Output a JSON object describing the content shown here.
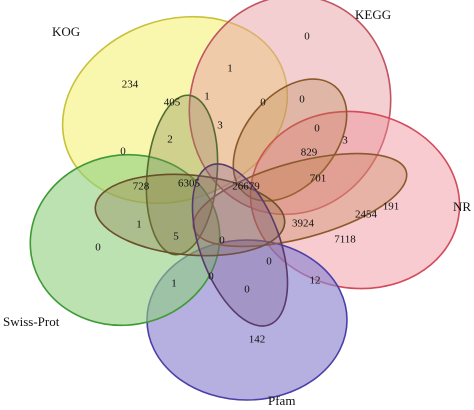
{
  "sets": [
    {
      "id": "kog",
      "label": "KOG",
      "fill": "#f2f06a",
      "stroke": "#c8c23a"
    },
    {
      "id": "kegg",
      "label": "KEGG",
      "fill": "#e8a0a6",
      "stroke": "#c05561"
    },
    {
      "id": "nr",
      "label": "NR",
      "fill": "#ee8c96",
      "stroke": "#d44a5a"
    },
    {
      "id": "pfam",
      "label": "Pfam",
      "fill": "#8e86d0",
      "stroke": "#4a3fa8"
    },
    {
      "id": "swiss",
      "label": "Swiss-Prot",
      "fill": "#8fcf7e",
      "stroke": "#3f9a36"
    }
  ],
  "regions": [
    {
      "id": "kog-only",
      "value": "234"
    },
    {
      "id": "kegg-only",
      "value": "0"
    },
    {
      "id": "kog-kegg",
      "value": "1"
    },
    {
      "id": "r-405",
      "value": "405"
    },
    {
      "id": "r-1-a",
      "value": "1"
    },
    {
      "id": "r-0-a",
      "value": "0"
    },
    {
      "id": "r-0-b",
      "value": "0"
    },
    {
      "id": "r-3-a",
      "value": "3"
    },
    {
      "id": "r-2",
      "value": "2"
    },
    {
      "id": "r-0-c",
      "value": "0"
    },
    {
      "id": "r-0-d",
      "value": "0"
    },
    {
      "id": "r-3-b",
      "value": "3"
    },
    {
      "id": "r-829",
      "value": "829"
    },
    {
      "id": "r-728",
      "value": "728"
    },
    {
      "id": "r-6305",
      "value": "6305"
    },
    {
      "id": "r-26679",
      "value": "26679"
    },
    {
      "id": "r-701",
      "value": "701"
    },
    {
      "id": "nr-only",
      "value": "191"
    },
    {
      "id": "r-2454",
      "value": "2454"
    },
    {
      "id": "r-3924",
      "value": "3924"
    },
    {
      "id": "r-7118",
      "value": "7118"
    },
    {
      "id": "r-1-b",
      "value": "1"
    },
    {
      "id": "r-5",
      "value": "5"
    },
    {
      "id": "r-0-e",
      "value": "0"
    },
    {
      "id": "swiss-only",
      "value": "0"
    },
    {
      "id": "r-0-f",
      "value": "0"
    },
    {
      "id": "r-12",
      "value": "12"
    },
    {
      "id": "r-1-c",
      "value": "1"
    },
    {
      "id": "r-0-g",
      "value": "0"
    },
    {
      "id": "r-0-h",
      "value": "0"
    },
    {
      "id": "pfam-only",
      "value": "142"
    }
  ]
}
